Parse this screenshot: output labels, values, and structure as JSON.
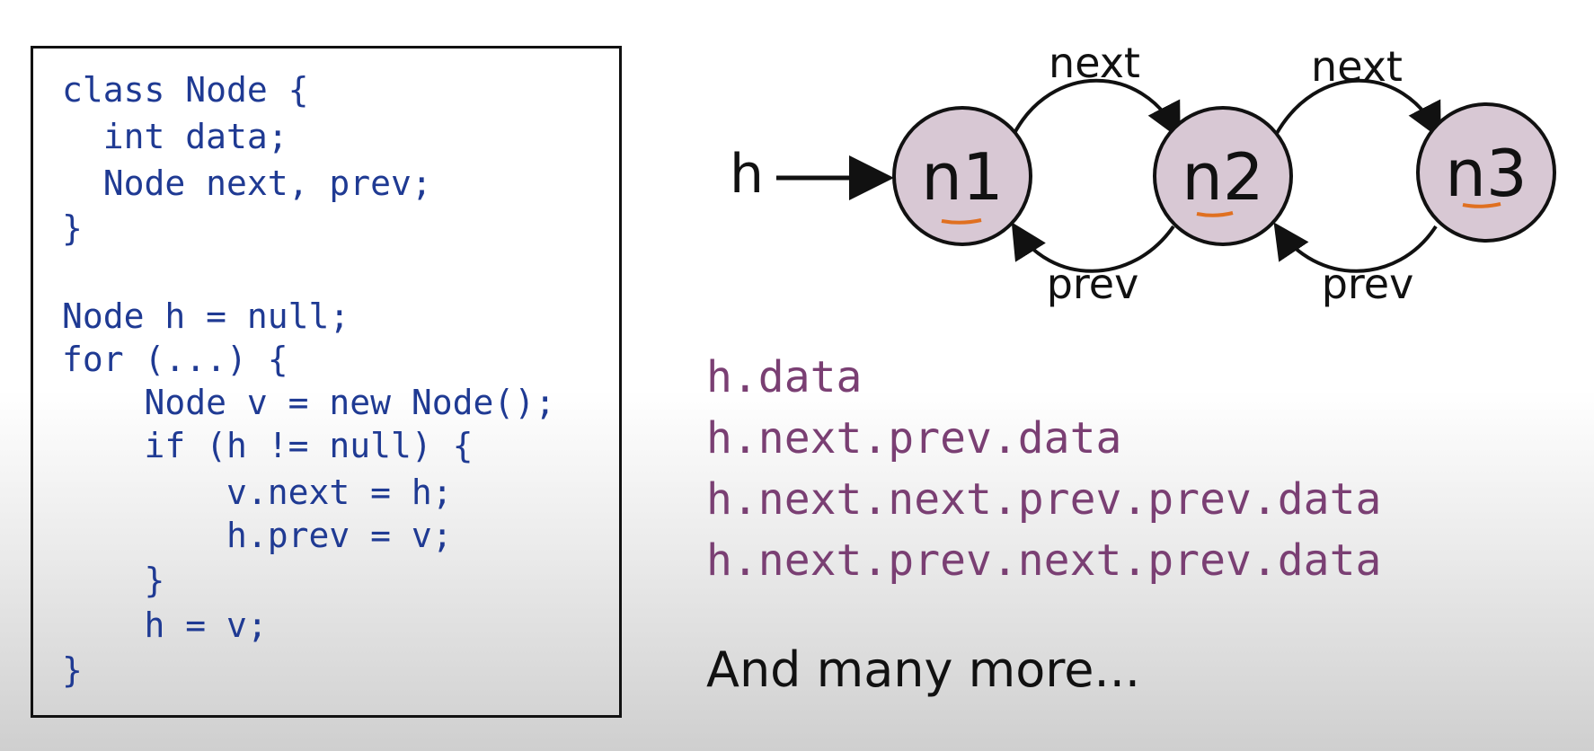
{
  "code": {
    "lines": [
      "class Node {",
      "  int data;",
      "  Node next, prev;",
      "}",
      "",
      "Node h = null;",
      "for (...) {",
      "    Node v = new Node();",
      "    if (h != null) {",
      "        v.next = h;",
      "        h.prev = v;",
      "    }",
      "    h = v;",
      "}"
    ]
  },
  "diagram": {
    "head_label": "h",
    "nodes": [
      "n1",
      "n2",
      "n3"
    ],
    "next_label": "next",
    "prev_label": "prev"
  },
  "expressions": [
    "h.data",
    "h.next.prev.data",
    "h.next.next.prev.prev.data",
    "h.next.prev.next.prev.data"
  ],
  "footer": "And many more...",
  "colors": {
    "code_text": "#1f3a93",
    "expression_text": "#7a3f73",
    "node_fill": "#d8c8d4",
    "underline": "#e07020"
  }
}
